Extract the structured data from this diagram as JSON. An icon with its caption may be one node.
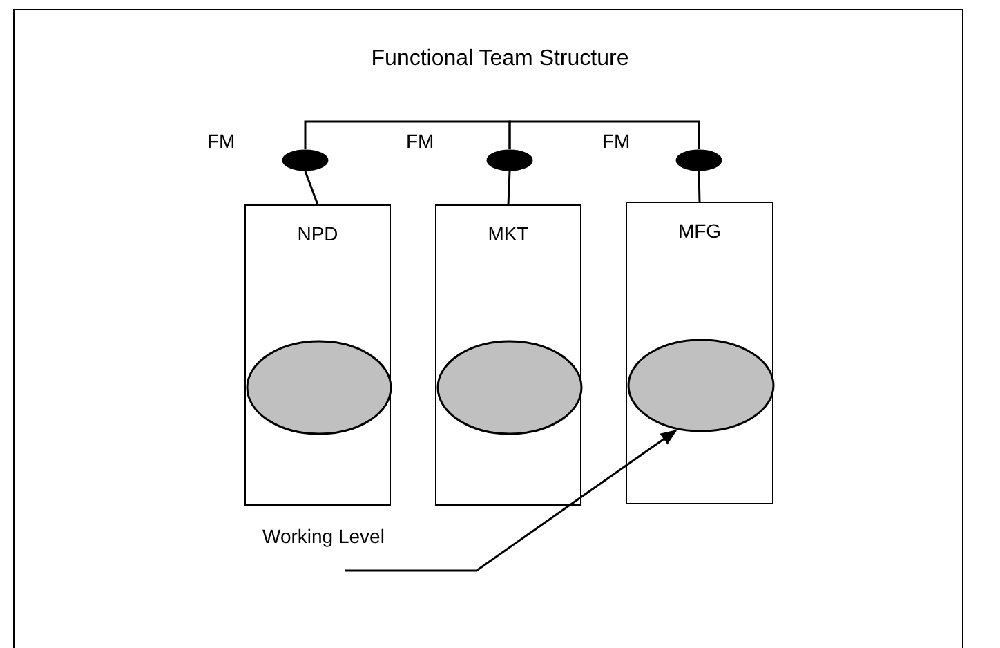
{
  "diagram": {
    "title": "Functional Team Structure",
    "nodes": [
      {
        "text": [],
        "shape": "circle",
        "beside": [
          "FM"
        ]
      },
      {
        "text": [],
        "shape": "circle",
        "beside": [
          "FM"
        ]
      },
      {
        "text": [],
        "shape": "circle",
        "beside": [
          "FM"
        ]
      },
      {
        "text": [
          "NPD"
        ]
      },
      {
        "text": [],
        "shape": "circle",
        "in": 3
      },
      {
        "text": [
          "MKT"
        ]
      },
      {
        "text": [],
        "shape": "circle",
        "in": 5
      },
      {
        "text": [
          "MFG"
        ]
      },
      {
        "text": [],
        "shape": "circle",
        "in": 7
      },
      {
        "text": [
          "Working Level"
        ]
      }
    ],
    "edges": [
      {
        "from": 0,
        "to": 1,
        "arrow": "none"
      },
      {
        "from": 1,
        "to": 2,
        "arrow": "none"
      },
      {
        "from": 0,
        "to": 3,
        "arrow": "none"
      },
      {
        "from": 1,
        "to": 5,
        "arrow": "none"
      },
      {
        "from": 2,
        "to": 7,
        "arrow": "none"
      },
      {
        "from": 9,
        "to": 8,
        "arrow": "to"
      }
    ]
  }
}
